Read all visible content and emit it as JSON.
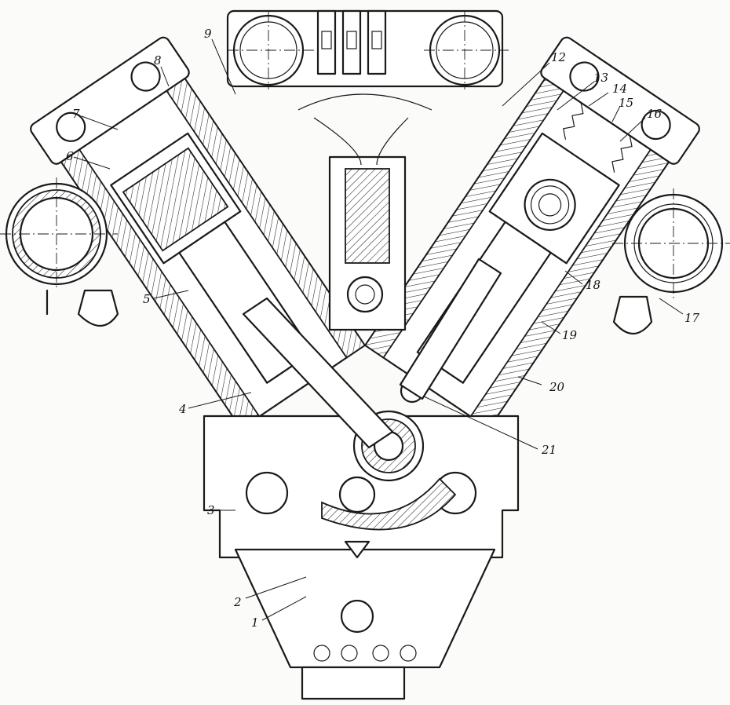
{
  "callouts": [
    "1",
    "2",
    "3",
    "4",
    "5",
    "6",
    "7",
    "8",
    "9",
    "12",
    "13",
    "14",
    "15",
    "16",
    "17",
    "18",
    "19",
    "20",
    "21"
  ],
  "colors": {
    "ink": "#1a1a1a",
    "paper": "#fbfbf9"
  }
}
